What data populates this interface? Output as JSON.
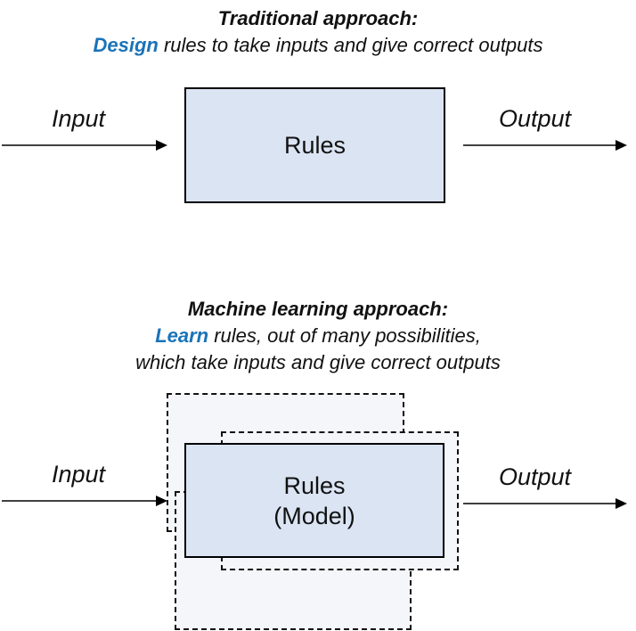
{
  "colors": {
    "accent": "#1a73b8",
    "box_fill": "#dbe4f3",
    "dashed_fill": "#f4f6fa"
  },
  "traditional": {
    "title": "Traditional approach:",
    "line1_accent": "Design",
    "line1_rest": " rules to take inputs and give correct outputs",
    "input_label": "Input",
    "box_label": "Rules",
    "output_label": "Output"
  },
  "ml": {
    "title": "Machine learning approach:",
    "line1_accent": "Learn",
    "line1_rest": " rules, out of many possibilities,",
    "line2": "which take inputs and give correct outputs",
    "input_label": "Input",
    "box_line1": "Rules",
    "box_line2": "(Model)",
    "output_label": "Output"
  }
}
